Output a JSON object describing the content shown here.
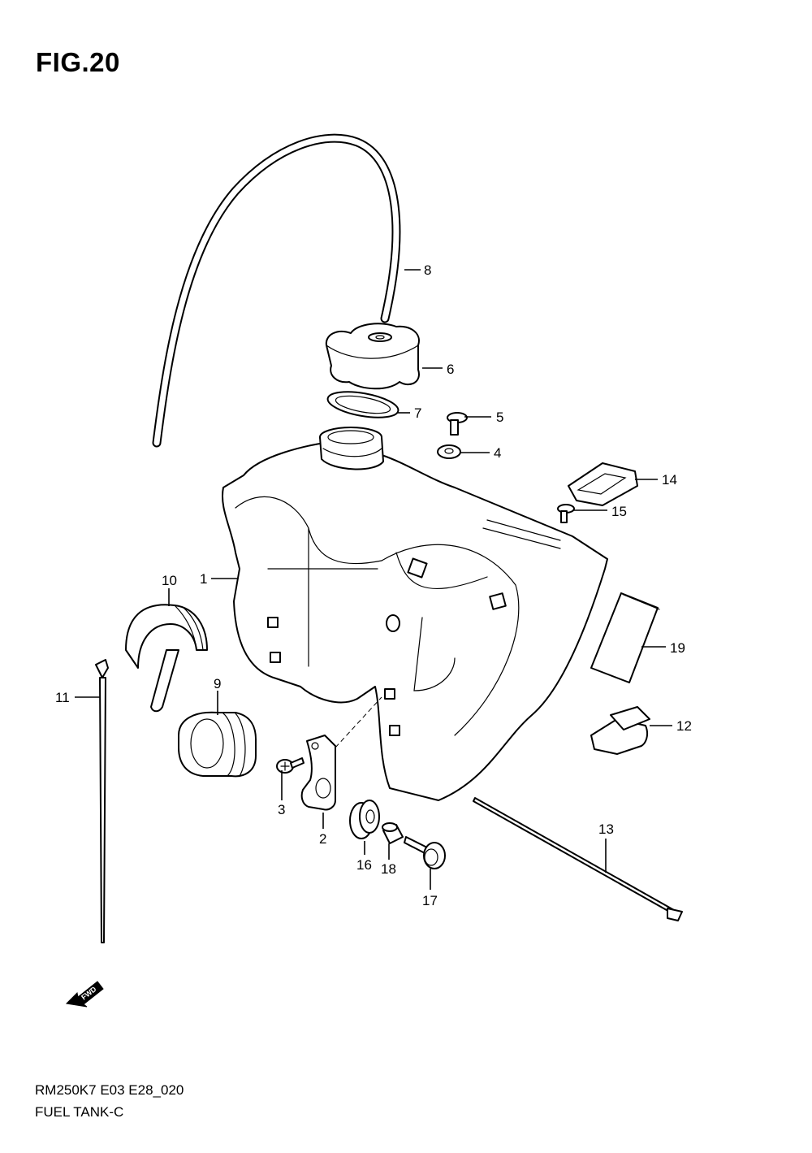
{
  "figure": {
    "title": "FIG.20",
    "code": "RM250K7 E03 E28_020",
    "name": "FUEL TANK-C"
  },
  "fwd_label": "FWD",
  "callouts": [
    "1",
    "2",
    "3",
    "4",
    "5",
    "6",
    "7",
    "8",
    "9",
    "10",
    "11",
    "12",
    "13",
    "14",
    "15",
    "16",
    "17",
    "18",
    "19"
  ]
}
